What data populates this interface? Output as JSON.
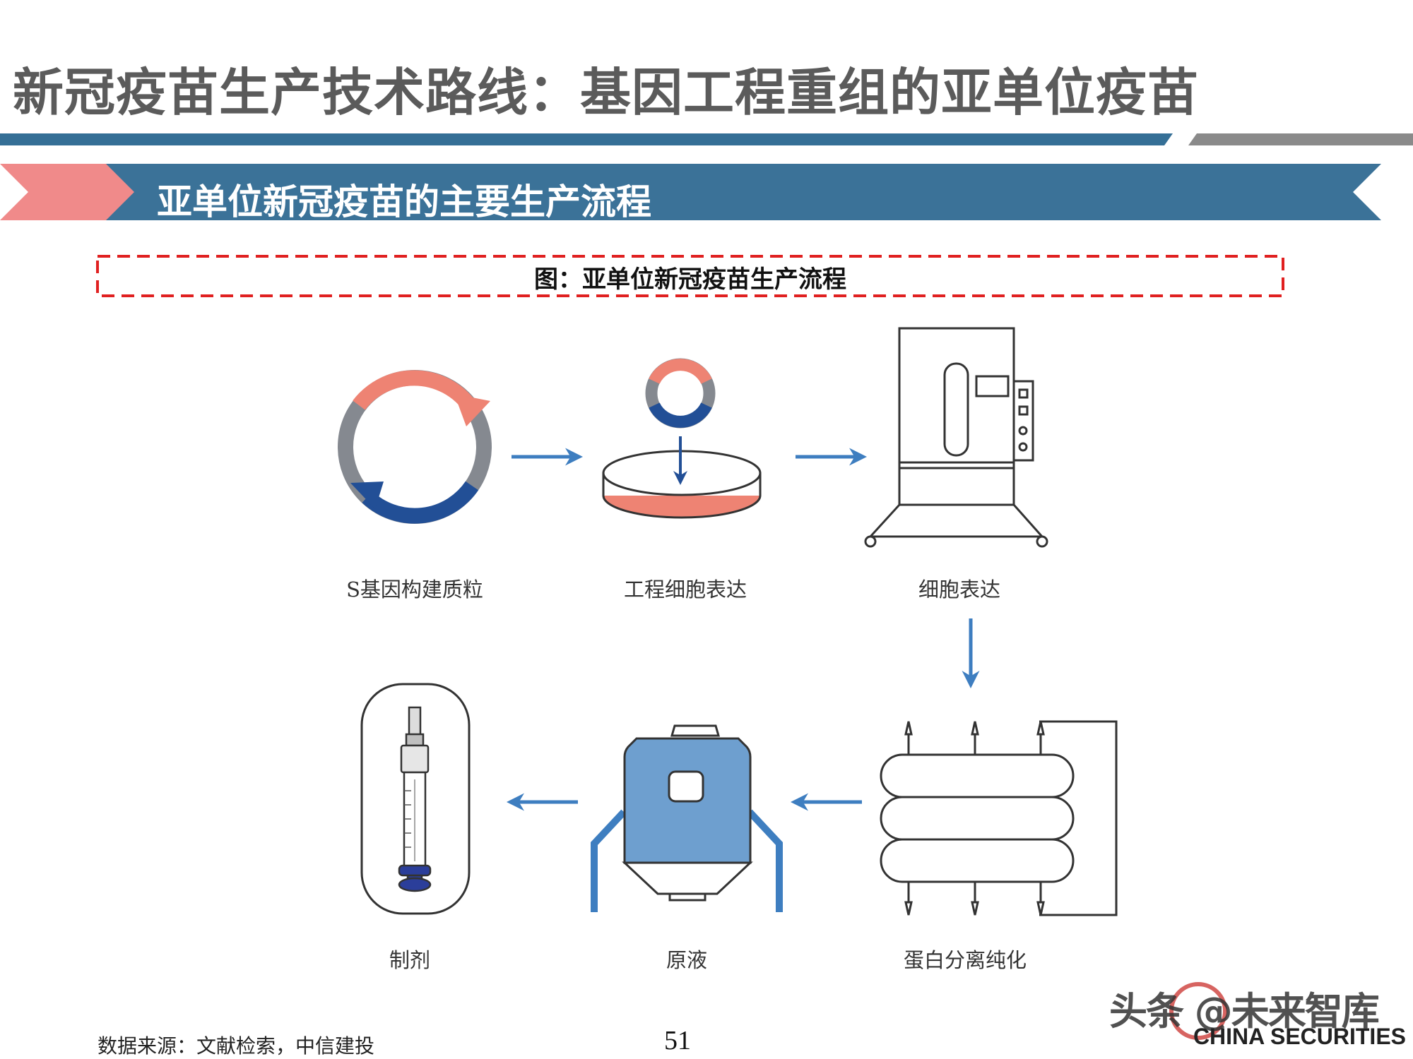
{
  "header": {
    "title": "新冠疫苗生产技术路线：基因工程重组的亚单位疫苗",
    "rule_colors": {
      "primary": "#356f96",
      "secondary": "#8a8a8a"
    }
  },
  "section_banner": {
    "label": "亚单位新冠疫苗的主要生产流程",
    "band_color": "#3b7298",
    "chevron_color": "#f08a8a"
  },
  "figure": {
    "caption": "图：亚单位新冠疫苗生产流程",
    "caption_border_color": "#e02020",
    "steps": [
      {
        "label": "S基因构建质粒",
        "icon": "plasmid-icon"
      },
      {
        "label": "工程细胞表达",
        "icon": "petri-dish-icon"
      },
      {
        "label": "细胞表达",
        "icon": "bioreactor-cabinet-icon"
      },
      {
        "label": "蛋白分离纯化",
        "icon": "filtration-stack-icon"
      },
      {
        "label": "原液",
        "icon": "storage-tank-icon"
      },
      {
        "label": "制剂",
        "icon": "syringe-icon"
      }
    ],
    "colors": {
      "salmon": "#ee8373",
      "navy": "#224f96",
      "gray": "#858990",
      "arrow": "#3e7ec0",
      "tank": "#6e9fcf"
    }
  },
  "footer": {
    "source": "数据来源：文献检索，中信建投",
    "page_number": "51"
  },
  "watermark": {
    "text": "头条 @未来智库",
    "subtext": "CHINA SECURITIES"
  }
}
